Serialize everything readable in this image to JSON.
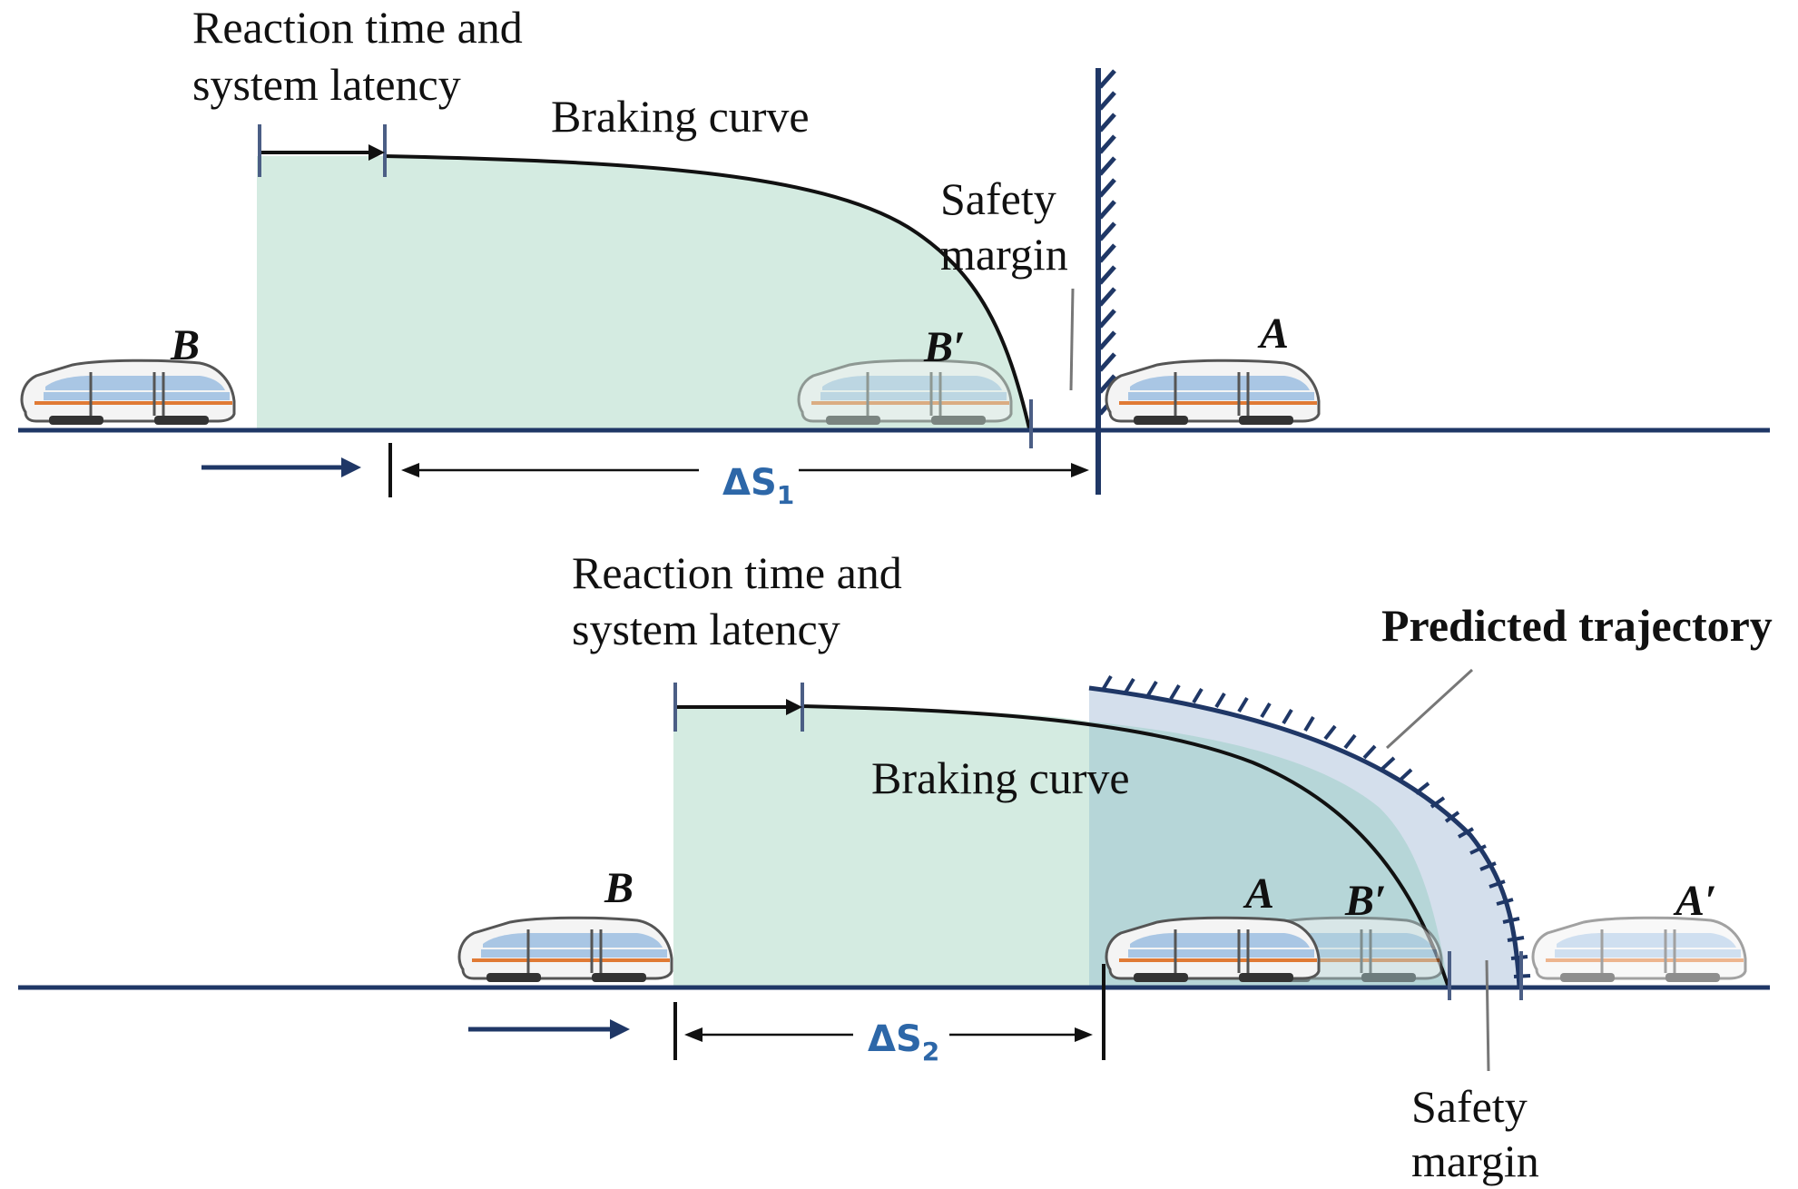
{
  "colors": {
    "track": "#1f3766",
    "braking_fill": "#d4ebe1",
    "predicted_fill": "#d4dfec",
    "overlap_fill": "#b6d6d8",
    "delta_text": "#2d67a8",
    "train_stripe": "#e07a35"
  },
  "top_panel": {
    "reaction_label_line1": "Reaction time and",
    "reaction_label_line2": "system latency",
    "braking_label": "Braking curve",
    "safety_label_line1": "Safety",
    "safety_label_line2": "margin",
    "train_b_label": "B",
    "train_b_prime_label": "B′",
    "train_a_label": "A",
    "delta_label": "ΔS",
    "delta_subscript": "1"
  },
  "bottom_panel": {
    "reaction_label_line1": "Reaction time and",
    "reaction_label_line2": "system latency",
    "braking_label": "Braking curve",
    "predicted_label": "Predicted trajectory",
    "safety_label_line1": "Safety",
    "safety_label_line2": "margin",
    "train_b_label": "B",
    "train_a_label": "A",
    "train_b_prime_label": "B′",
    "train_a_prime_label": "A′",
    "delta_label": "ΔS",
    "delta_subscript": "2"
  }
}
